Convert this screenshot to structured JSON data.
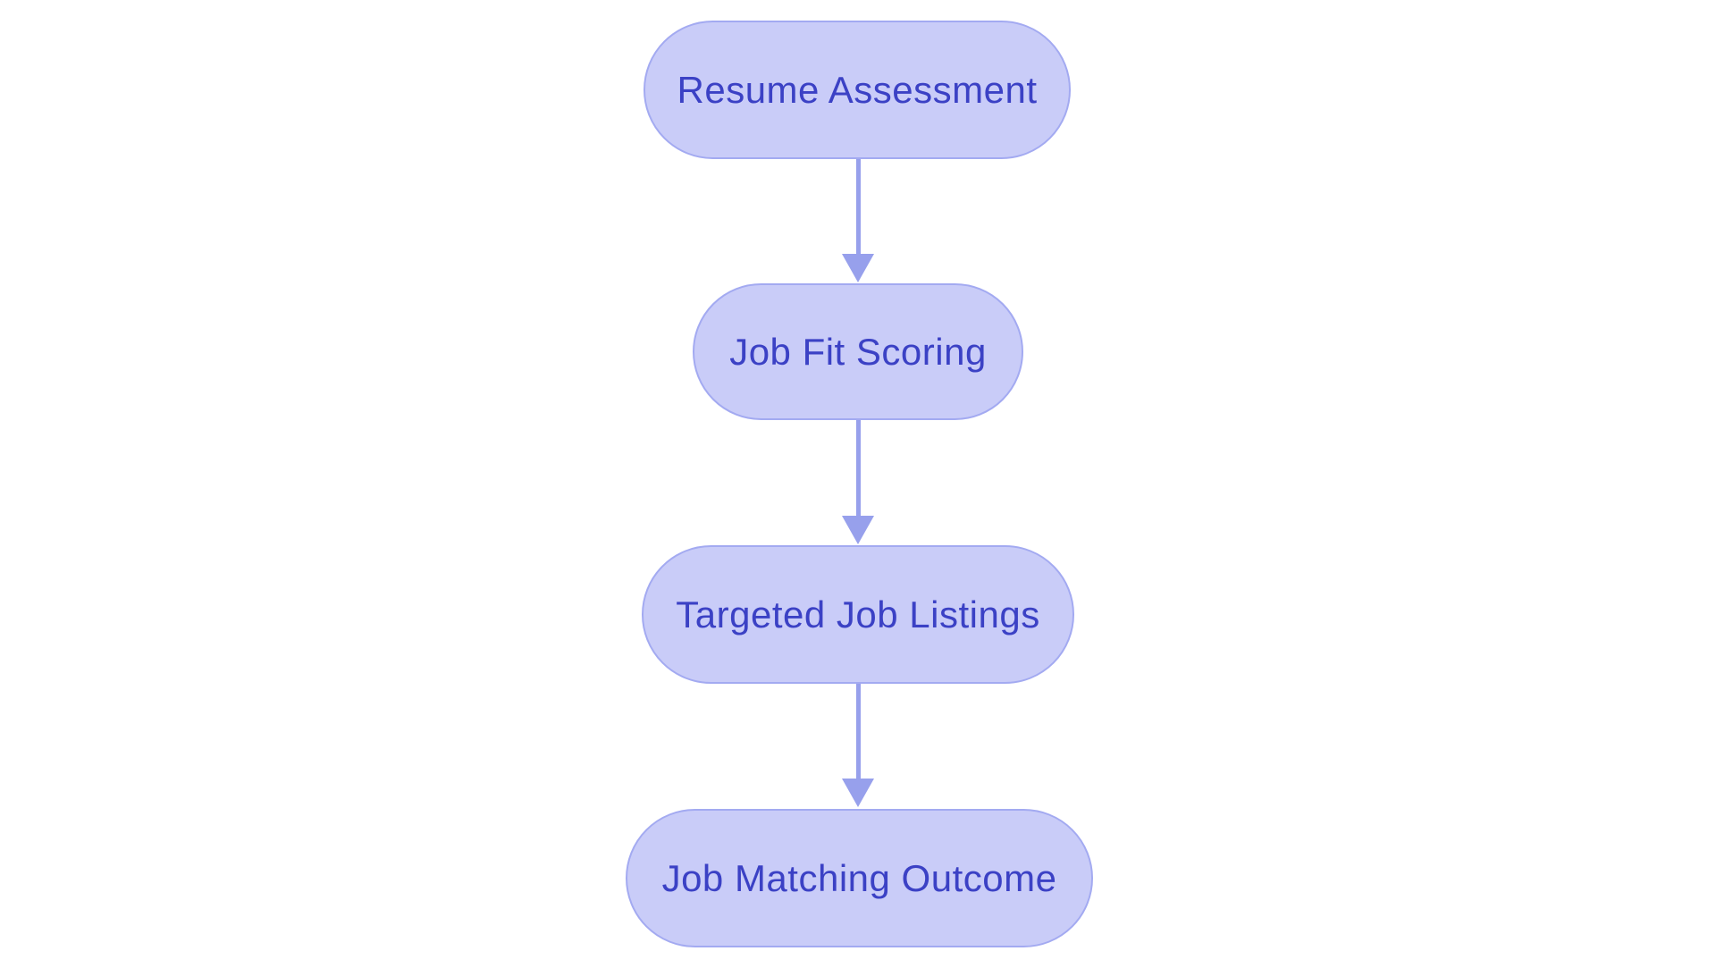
{
  "diagram": {
    "type": "flowchart",
    "direction": "top-down",
    "colors": {
      "background": "#ffffff",
      "node_fill": "#c9ccf8",
      "node_border": "#a3aaf1",
      "node_text": "#3b41c5",
      "arrow": "#97a0ec"
    },
    "nodes": [
      {
        "id": "resume-assessment",
        "label": "Resume Assessment"
      },
      {
        "id": "job-fit-scoring",
        "label": "Job Fit Scoring"
      },
      {
        "id": "targeted-job-listings",
        "label": "Targeted Job Listings"
      },
      {
        "id": "job-matching-outcome",
        "label": "Job Matching Outcome"
      }
    ],
    "edges": [
      {
        "from": "resume-assessment",
        "to": "job-fit-scoring"
      },
      {
        "from": "job-fit-scoring",
        "to": "targeted-job-listings"
      },
      {
        "from": "targeted-job-listings",
        "to": "job-matching-outcome"
      }
    ]
  }
}
